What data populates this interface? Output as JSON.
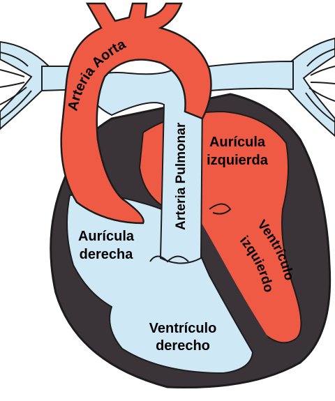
{
  "labels": {
    "arteria_aorta": "Arteria Aorta",
    "arteria_pulmonar": "Arteria Pulmonar",
    "auricula_izquierda_line1": "Aurícula",
    "auricula_izquierda_line2": "izquierda",
    "auricula_derecha_line1": "Aurícula",
    "auricula_derecha_line2": "derecha",
    "ventriculo_izquierdo_line1": "Ventrículo",
    "ventriculo_izquierdo_line2": "izquierdo",
    "ventriculo_derecho_line1": "Ventrículo",
    "ventriculo_derecho_line2": "derecho"
  },
  "colors": {
    "oxygenated_red": "#ee5a43",
    "deoxygenated_blue": "#cfe8f5",
    "muscle_dark": "#3a3338",
    "outline": "#1c1c1c",
    "background": "#ffffff"
  }
}
